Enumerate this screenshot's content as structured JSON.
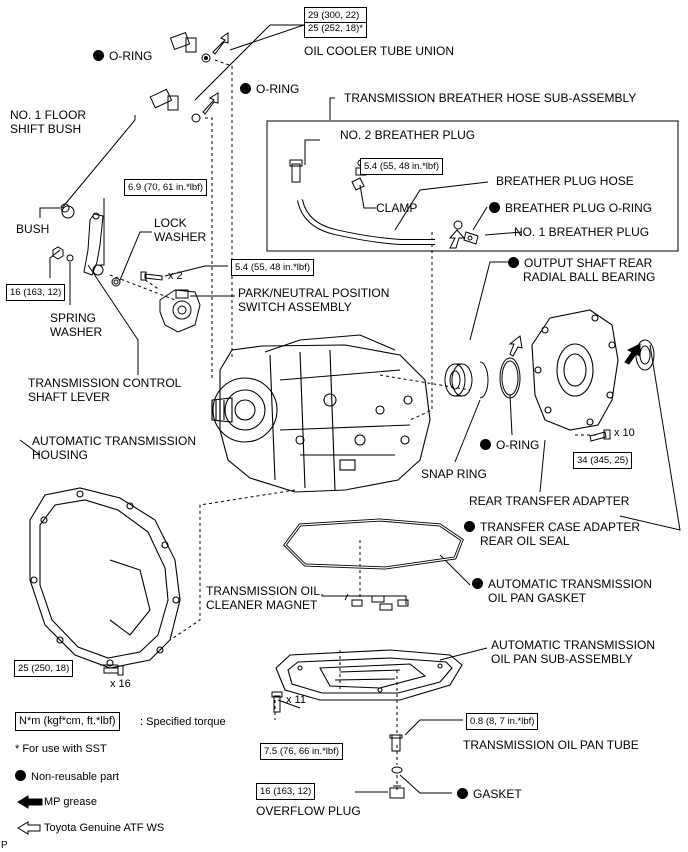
{
  "torque_oil_cooler": [
    "29 (300, 22)",
    "25 (252, 18)*"
  ],
  "labels": {
    "oil_cooler_tube_union": "OIL COOLER TUBE UNION",
    "o_ring_1": "O-RING",
    "o_ring_2": "O-RING",
    "no1_floor_shift_bush": [
      "NO. 1 FLOOR",
      "SHIFT BUSH"
    ],
    "transmission_breather_hose": "TRANSMISSION BREATHER HOSE SUB-ASSEMBLY",
    "no2_breather_plug": "NO. 2 BREATHER PLUG",
    "breather_plug_hose": "BREATHER PLUG HOSE",
    "clamp": "CLAMP",
    "breather_plug_o_ring": "BREATHER PLUG O-RING",
    "no1_breather_plug": "NO. 1 BREATHER PLUG",
    "bush": "BUSH",
    "lock_washer": [
      "LOCK",
      "WASHER"
    ],
    "park_neutral": [
      "PARK/NEUTRAL POSITION",
      "SWITCH ASSEMBLY"
    ],
    "spring_washer": [
      "SPRING",
      "WASHER"
    ],
    "transmission_control_shaft_lever": [
      "TRANSMISSION CONTROL",
      "SHAFT LEVER"
    ],
    "output_shaft_rear_bearing": [
      "OUTPUT SHAFT REAR",
      "RADIAL BALL BEARING"
    ],
    "automatic_transmission_housing": [
      "AUTOMATIC TRANSMISSION",
      "HOUSING"
    ],
    "o_ring_3": "O-RING",
    "snap_ring": "SNAP RING",
    "rear_transfer_adapter": "REAR TRANSFER ADAPTER",
    "transfer_case_adapter_seal": [
      "TRANSFER CASE ADAPTER",
      "REAR OIL SEAL"
    ],
    "transmission_oil_cleaner_magnet": [
      "TRANSMISSION OIL",
      "CLEANER MAGNET"
    ],
    "oil_pan_gasket": [
      "AUTOMATIC TRANSMISSION",
      "OIL PAN GASKET"
    ],
    "oil_pan_sub_assembly": [
      "AUTOMATIC TRANSMISSION",
      "OIL PAN SUB-ASSEMBLY"
    ],
    "transmission_oil_pan_tube": "TRANSMISSION OIL PAN TUBE",
    "gasket": "GASKET",
    "overflow_plug": "OVERFLOW PLUG"
  },
  "torques": {
    "control_lever_nut": "6.9 (70, 61 in.*lbf)",
    "floor_bush_nut": "16 (163, 12)",
    "park_switch_bolt": "5.4 (55, 48 in.*lbf)",
    "breather_plug": "5.4 (55, 48 in.*lbf)",
    "rear_adapter_bolt": "34 (345, 25)",
    "housing_bolt": "25 (250, 18)",
    "oil_pan_bolt": "7.5 (76, 66 in.*lbf)",
    "oil_pan_tube": "0.8 (8, 7 in.*lbf)",
    "overflow_plug": "16 (163, 12)"
  },
  "multipliers": {
    "park_switch_bolt": "x 2",
    "rear_adapter_bolt": "x 10",
    "housing_bolt": "x 16",
    "oil_pan_bolt": "x 11"
  },
  "legend": {
    "torque_unit": "N*m (kgf*cm, ft.*lbf)",
    "torque_desc": ": Specified torque",
    "sst_note": "* For use with SST",
    "non_reusable": "Non-reusable part",
    "mp_grease": "MP grease",
    "atf": "Toyota Genuine ATF WS"
  },
  "corner_mark": "P"
}
